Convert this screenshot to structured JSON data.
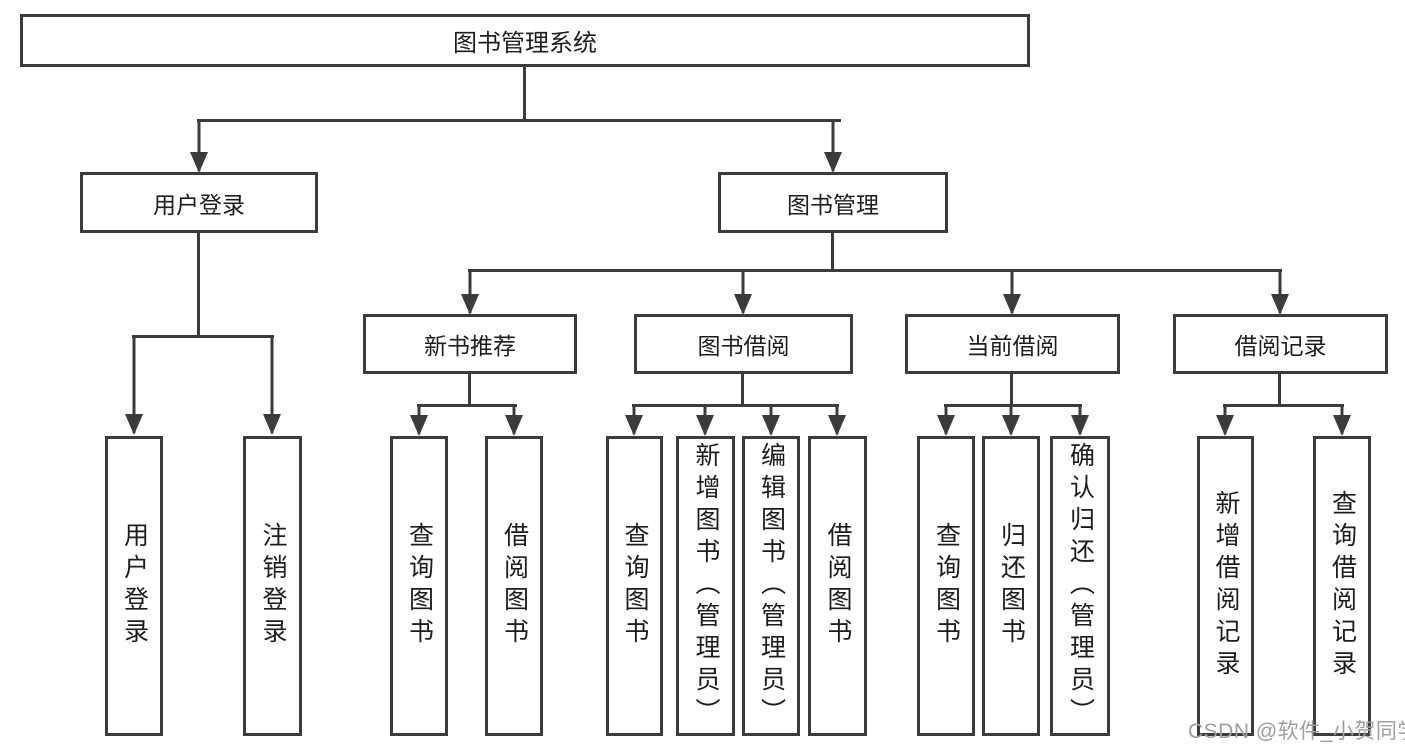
{
  "diagram": {
    "root": {
      "label": "图书管理系统"
    },
    "branches": [
      {
        "label": "用户登录",
        "children": [
          {
            "label": "用户登录"
          },
          {
            "label": "注销登录"
          }
        ]
      },
      {
        "label": "图书管理",
        "children": [
          {
            "label": "新书推荐",
            "children": [
              {
                "label": "查询图书"
              },
              {
                "label": "借阅图书"
              }
            ]
          },
          {
            "label": "图书借阅",
            "children": [
              {
                "label": "查询图书"
              },
              {
                "label": "新增图书（管理员）"
              },
              {
                "label": "编辑图书（管理员）"
              },
              {
                "label": "借阅图书"
              }
            ]
          },
          {
            "label": "当前借阅",
            "children": [
              {
                "label": "查询图书"
              },
              {
                "label": "归还图书"
              },
              {
                "label": "确认归还（管理员）"
              }
            ]
          },
          {
            "label": "借阅记录",
            "children": [
              {
                "label": "新增借阅记录"
              },
              {
                "label": "查询借阅记录"
              }
            ]
          }
        ]
      }
    ]
  },
  "watermark": {
    "text": "CSDN @软件_小贺同学"
  },
  "colors": {
    "line": "#3b3b3b",
    "text": "#1d1d1d",
    "watermark": "#9f9f9f",
    "background": "#ffffff"
  }
}
